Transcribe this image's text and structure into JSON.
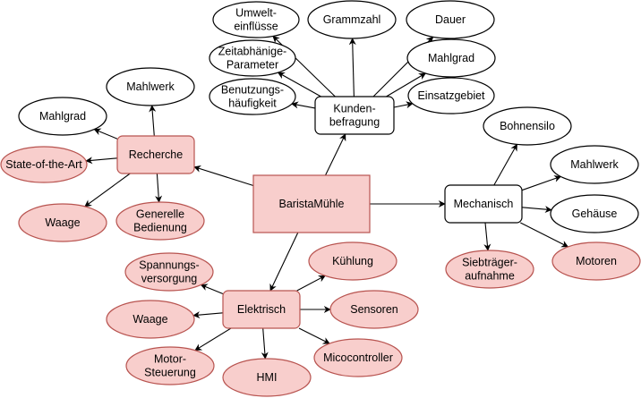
{
  "diagram": {
    "title": "BaristaMühle",
    "colors": {
      "highlight_fill": "#f8cecc",
      "highlight_stroke": "#b85450",
      "plain_fill": "#ffffff",
      "plain_stroke": "#000000",
      "edge": "#000000"
    },
    "nodes": [
      {
        "id": "barista",
        "shape": "rect",
        "style": "highlight",
        "lines": [
          "BaristaMühle"
        ]
      },
      {
        "id": "recherche",
        "shape": "rounded",
        "style": "highlight",
        "lines": [
          "Recherche"
        ]
      },
      {
        "id": "kunden",
        "shape": "rounded",
        "style": "plain",
        "lines": [
          "Kunden-",
          "befragung"
        ]
      },
      {
        "id": "mechanisch",
        "shape": "rounded",
        "style": "plain",
        "lines": [
          "Mechanisch"
        ]
      },
      {
        "id": "elektrisch",
        "shape": "rounded",
        "style": "highlight",
        "lines": [
          "Elektrisch"
        ]
      },
      {
        "id": "r_mahlwerk",
        "shape": "ellipse",
        "style": "plain",
        "lines": [
          "Mahlwerk"
        ]
      },
      {
        "id": "r_mahlgrad",
        "shape": "ellipse",
        "style": "plain",
        "lines": [
          "Mahlgrad"
        ]
      },
      {
        "id": "r_state",
        "shape": "ellipse",
        "style": "highlight",
        "lines": [
          "State-of-the-Art"
        ]
      },
      {
        "id": "r_waage",
        "shape": "ellipse",
        "style": "highlight",
        "lines": [
          "Waage"
        ]
      },
      {
        "id": "r_bedienung",
        "shape": "ellipse",
        "style": "highlight",
        "lines": [
          "Generelle",
          "Bedienung"
        ]
      },
      {
        "id": "k_umwelt",
        "shape": "ellipse",
        "style": "plain",
        "lines": [
          "Umwelt-",
          "einflüsse"
        ]
      },
      {
        "id": "k_zeit",
        "shape": "ellipse",
        "style": "plain",
        "lines": [
          "Zeitabhänige-",
          "Parameter"
        ]
      },
      {
        "id": "k_nutzung",
        "shape": "ellipse",
        "style": "plain",
        "lines": [
          "Benutzungs-",
          "häufigkeit"
        ]
      },
      {
        "id": "k_gramm",
        "shape": "ellipse",
        "style": "plain",
        "lines": [
          "Grammzahl"
        ]
      },
      {
        "id": "k_dauer",
        "shape": "ellipse",
        "style": "plain",
        "lines": [
          "Dauer"
        ]
      },
      {
        "id": "k_mahlgrad",
        "shape": "ellipse",
        "style": "plain",
        "lines": [
          "Mahlgrad"
        ]
      },
      {
        "id": "k_einsatz",
        "shape": "ellipse",
        "style": "plain",
        "lines": [
          "Einsatzgebiet"
        ]
      },
      {
        "id": "m_bohnen",
        "shape": "ellipse",
        "style": "plain",
        "lines": [
          "Bohnensilo"
        ]
      },
      {
        "id": "m_mahlwerk",
        "shape": "ellipse",
        "style": "plain",
        "lines": [
          "Mahlwerk"
        ]
      },
      {
        "id": "m_gehaeuse",
        "shape": "ellipse",
        "style": "plain",
        "lines": [
          "Gehäuse"
        ]
      },
      {
        "id": "m_motoren",
        "shape": "ellipse",
        "style": "highlight",
        "lines": [
          "Motoren"
        ]
      },
      {
        "id": "m_sieb",
        "shape": "ellipse",
        "style": "highlight",
        "lines": [
          "Siebträger-",
          "aufnahme"
        ]
      },
      {
        "id": "e_spannung",
        "shape": "ellipse",
        "style": "highlight",
        "lines": [
          "Spannungs-",
          "versorgung"
        ]
      },
      {
        "id": "e_waage",
        "shape": "ellipse",
        "style": "highlight",
        "lines": [
          "Waage"
        ]
      },
      {
        "id": "e_motor",
        "shape": "ellipse",
        "style": "highlight",
        "lines": [
          "Motor-",
          "Steuerung"
        ]
      },
      {
        "id": "e_hmi",
        "shape": "ellipse",
        "style": "highlight",
        "lines": [
          "HMI"
        ]
      },
      {
        "id": "e_micro",
        "shape": "ellipse",
        "style": "highlight",
        "lines": [
          "Micocontroller"
        ]
      },
      {
        "id": "e_sensoren",
        "shape": "ellipse",
        "style": "highlight",
        "lines": [
          "Sensoren"
        ]
      },
      {
        "id": "e_kuehlung",
        "shape": "ellipse",
        "style": "highlight",
        "lines": [
          "Kühlung"
        ]
      }
    ],
    "edges": [
      {
        "from": "barista",
        "to": "recherche"
      },
      {
        "from": "barista",
        "to": "kunden"
      },
      {
        "from": "barista",
        "to": "mechanisch"
      },
      {
        "from": "barista",
        "to": "elektrisch"
      },
      {
        "from": "recherche",
        "to": "r_mahlwerk"
      },
      {
        "from": "recherche",
        "to": "r_mahlgrad"
      },
      {
        "from": "recherche",
        "to": "r_state"
      },
      {
        "from": "recherche",
        "to": "r_waage"
      },
      {
        "from": "recherche",
        "to": "r_bedienung"
      },
      {
        "from": "kunden",
        "to": "k_umwelt"
      },
      {
        "from": "kunden",
        "to": "k_zeit"
      },
      {
        "from": "kunden",
        "to": "k_nutzung"
      },
      {
        "from": "kunden",
        "to": "k_gramm"
      },
      {
        "from": "kunden",
        "to": "k_dauer"
      },
      {
        "from": "kunden",
        "to": "k_mahlgrad"
      },
      {
        "from": "kunden",
        "to": "k_einsatz"
      },
      {
        "from": "mechanisch",
        "to": "m_bohnen"
      },
      {
        "from": "mechanisch",
        "to": "m_mahlwerk"
      },
      {
        "from": "mechanisch",
        "to": "m_gehaeuse"
      },
      {
        "from": "mechanisch",
        "to": "m_motoren"
      },
      {
        "from": "mechanisch",
        "to": "m_sieb"
      },
      {
        "from": "elektrisch",
        "to": "e_spannung"
      },
      {
        "from": "elektrisch",
        "to": "e_waage"
      },
      {
        "from": "elektrisch",
        "to": "e_motor"
      },
      {
        "from": "elektrisch",
        "to": "e_hmi"
      },
      {
        "from": "elektrisch",
        "to": "e_micro"
      },
      {
        "from": "elektrisch",
        "to": "e_sensoren"
      },
      {
        "from": "elektrisch",
        "to": "e_kuehlung"
      }
    ]
  }
}
